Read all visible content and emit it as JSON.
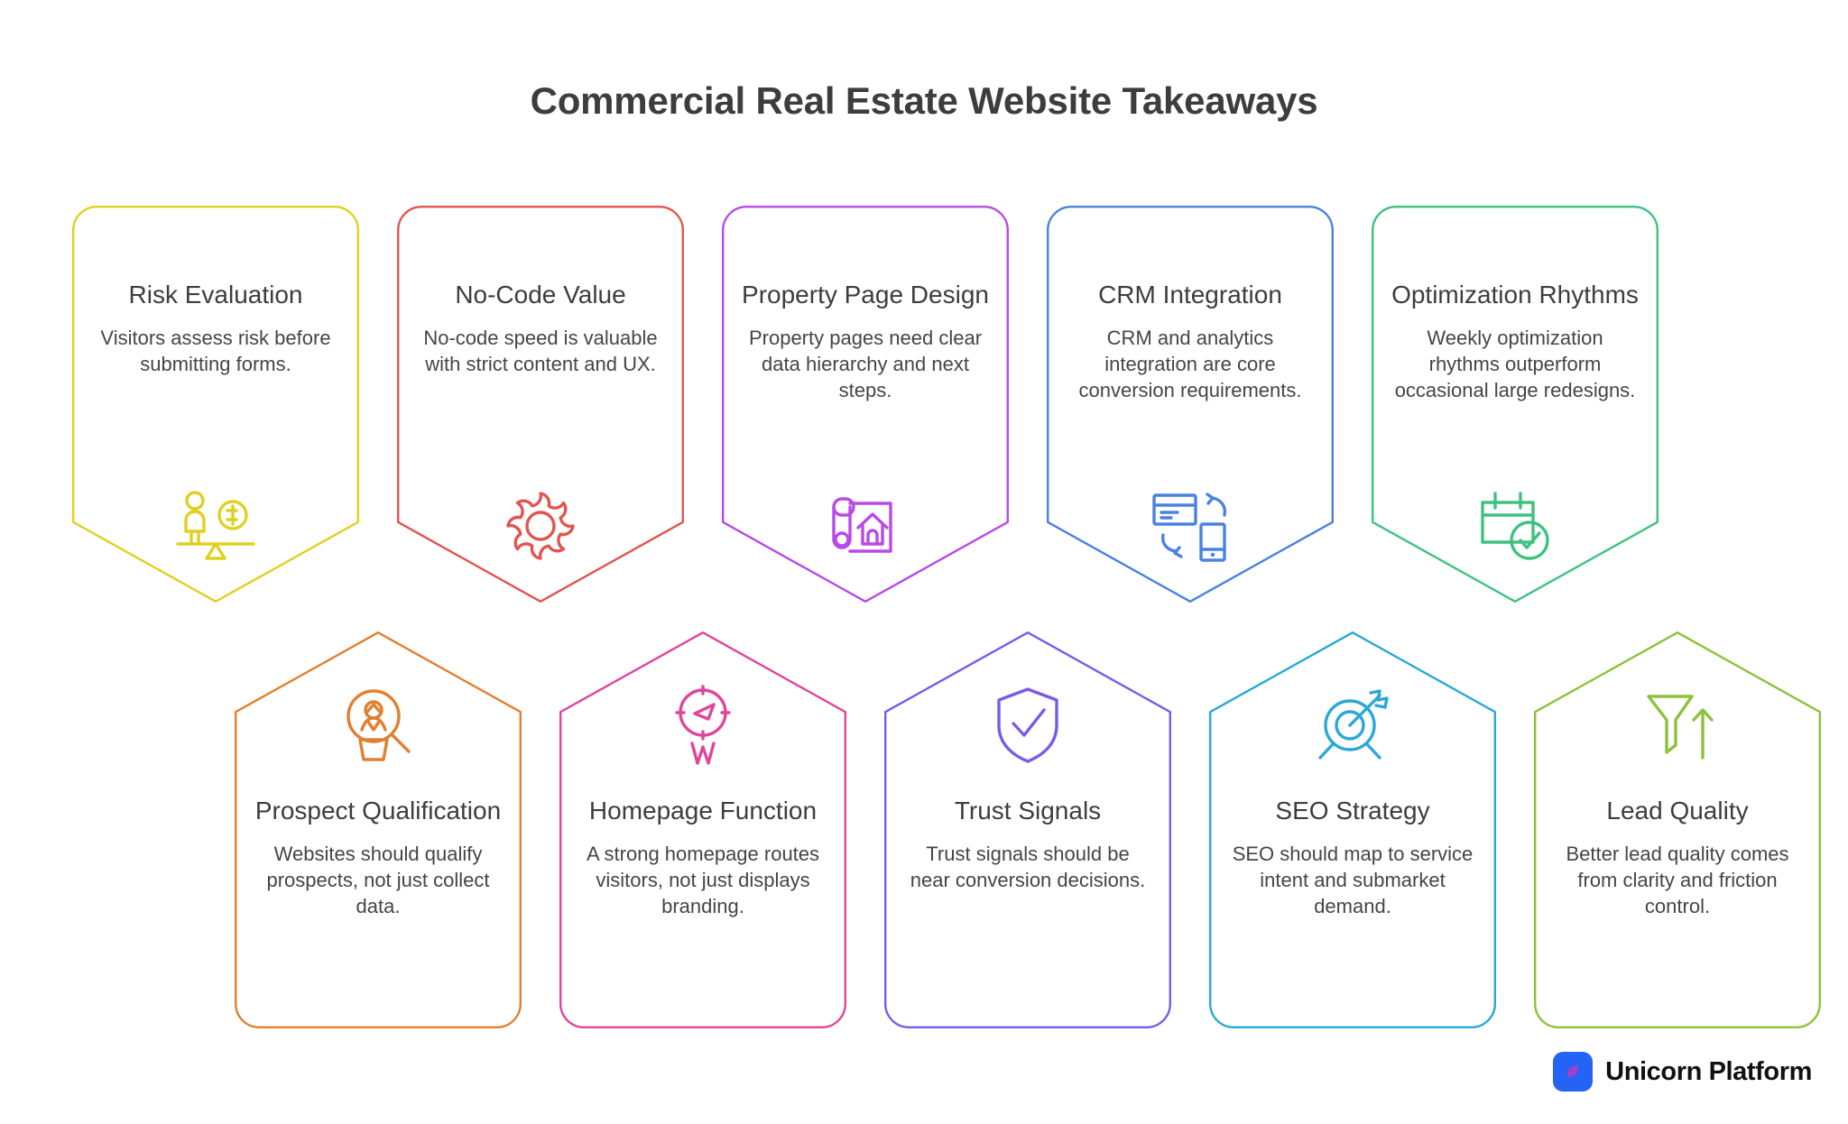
{
  "page": {
    "title": "Commercial Real Estate Website Takeaways",
    "background_color": "#ffffff",
    "title_color": "#3d3d3d"
  },
  "rows": {
    "row1_label": "top-row-cards",
    "row2_label": "bottom-row-cards"
  },
  "cards": [
    {
      "id": "risk-evaluation",
      "row": 1,
      "title": "Risk Evaluation",
      "desc": "Visitors assess risk before submitting forms.",
      "color": "#e0d020",
      "icon": "balance-scale-person-money-icon"
    },
    {
      "id": "no-code-value",
      "row": 1,
      "title": "No-Code Value",
      "desc": "No-code speed is valuable with strict content and UX.",
      "color": "#e05550",
      "icon": "gear-icon"
    },
    {
      "id": "property-page-design",
      "row": 1,
      "title": "Property Page Design",
      "desc": "Property pages need clear data hierarchy and next steps.",
      "color": "#b94ae8",
      "icon": "blueprint-house-icon"
    },
    {
      "id": "crm-integration",
      "row": 1,
      "title": "CRM Integration",
      "desc": "CRM and analytics integration are core conversion requirements.",
      "color": "#4a82e0",
      "icon": "crm-sync-devices-icon"
    },
    {
      "id": "optimization-rhythms",
      "row": 1,
      "title": "Optimization Rhythms",
      "desc": "Weekly optimization rhythms outperform occasional large redesigns.",
      "color": "#3ec280",
      "icon": "calendar-check-icon"
    },
    {
      "id": "prospect-qualification",
      "row": 2,
      "title": "Prospect Qualification",
      "desc": "Websites should qualify prospects, not just collect data.",
      "color": "#e08030",
      "icon": "person-magnifier-icon"
    },
    {
      "id": "homepage-function",
      "row": 2,
      "title": "Homepage Function",
      "desc": "A strong homepage routes visitors, not just displays branding.",
      "color": "#e0459a",
      "icon": "compass-icon"
    },
    {
      "id": "trust-signals",
      "row": 2,
      "title": "Trust Signals",
      "desc": "Trust signals should be near conversion decisions.",
      "color": "#7b5ae8",
      "icon": "shield-check-icon"
    },
    {
      "id": "seo-strategy",
      "row": 2,
      "title": "SEO Strategy",
      "desc": "SEO should map to service intent and submarket demand.",
      "color": "#2aa8d8",
      "icon": "target-arrow-icon"
    },
    {
      "id": "lead-quality",
      "row": 2,
      "title": "Lead Quality",
      "desc": "Better lead quality comes from clarity and friction control.",
      "color": "#8cc23c",
      "icon": "funnel-arrow-up-icon"
    }
  ],
  "brand": {
    "name": "Unicorn Platform",
    "mark_icon": "unicorn-leaf-icon",
    "mark_color": "#2563f5",
    "leaf_color": "#a23fd0"
  }
}
